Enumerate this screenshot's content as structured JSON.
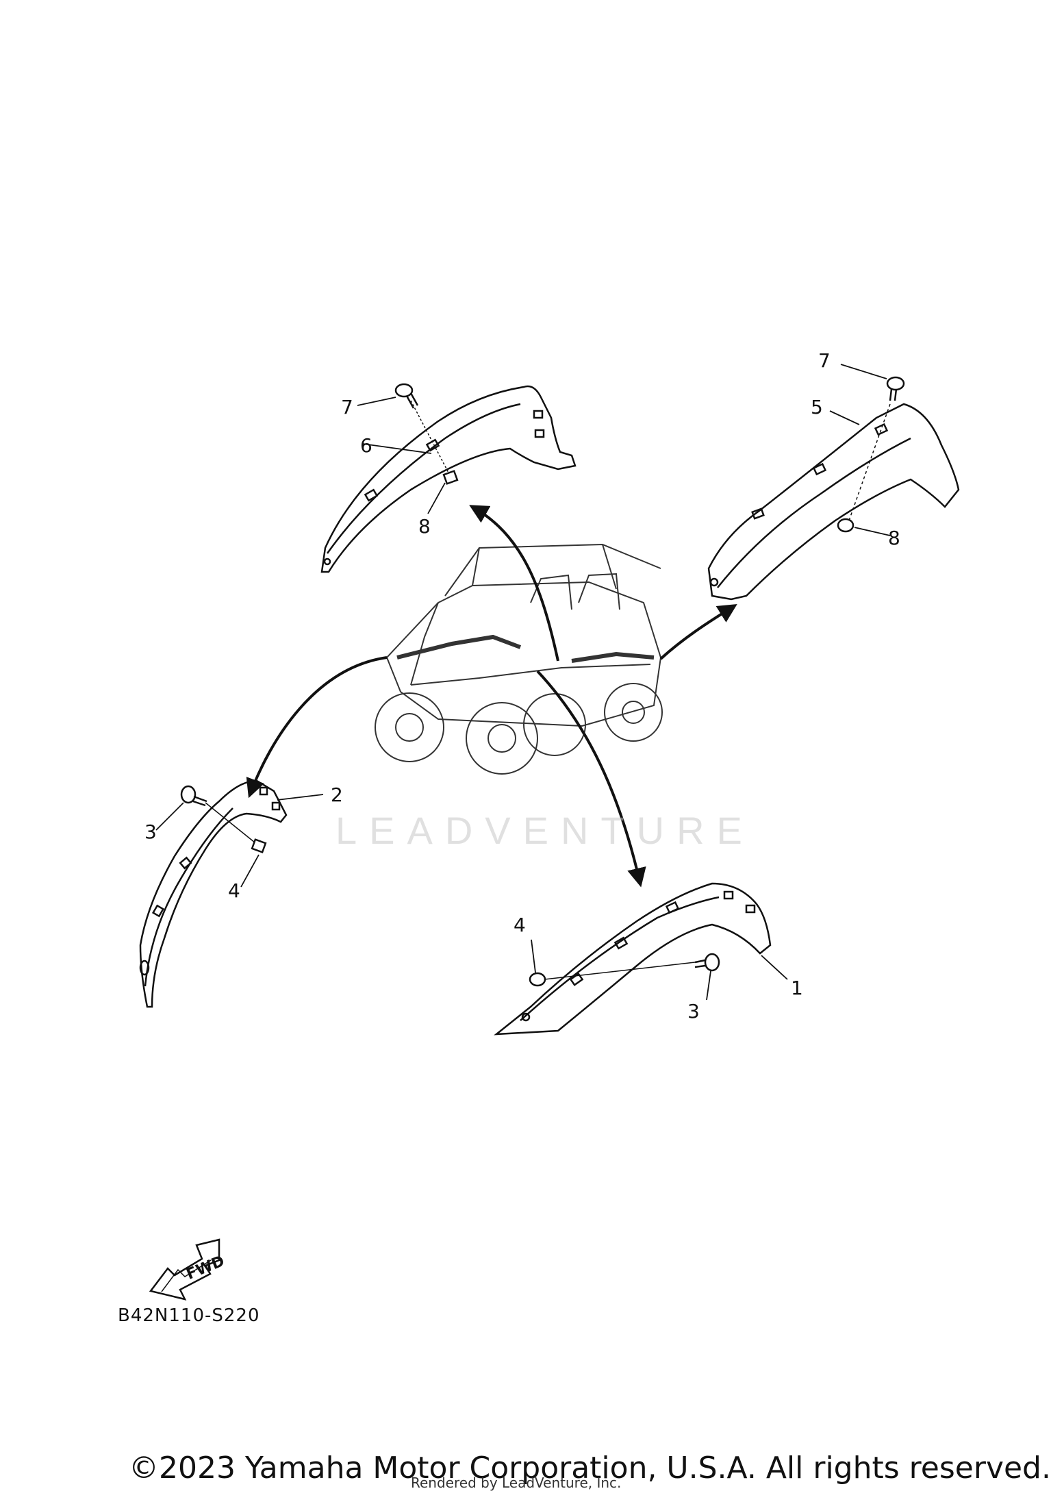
{
  "diagram": {
    "part_callouts": {
      "top_left": [
        "7",
        "6",
        "8"
      ],
      "top_right": [
        "7",
        "5",
        "8"
      ],
      "left": [
        "2",
        "3",
        "4"
      ],
      "right": [
        "4",
        "3",
        "1"
      ]
    },
    "fwd_arrow_label": "FWD",
    "diagram_code": "B42N110-S220",
    "watermark": "LEADVENTURE",
    "copyright": "©2023 Yamaha Motor Corporation, U.S.A. All rights reserved.",
    "rendered_by": "Rendered by LeadVenture, Inc."
  }
}
